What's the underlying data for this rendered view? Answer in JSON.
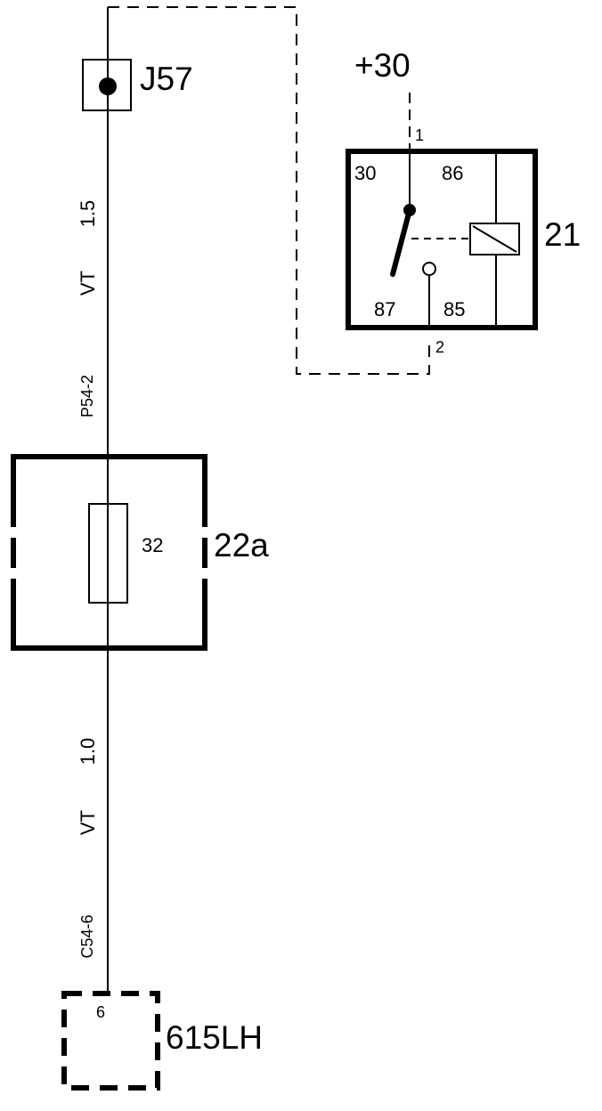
{
  "splice": {
    "label": "J57"
  },
  "wire_upper": {
    "gauge": "1.5",
    "color": "VT",
    "connector": "P54-2"
  },
  "relay": {
    "label": "21",
    "supply": "+30",
    "pin_top": "1",
    "pin_bottom": "2",
    "terminal_30": "30",
    "terminal_86": "86",
    "terminal_87": "87",
    "terminal_85": "85"
  },
  "fuse_box": {
    "label": "22a",
    "fuse_number": "32"
  },
  "wire_lower": {
    "gauge": "1.0",
    "color": "VT",
    "connector": "C54-6"
  },
  "component": {
    "label": "615LH",
    "pin": "6"
  }
}
